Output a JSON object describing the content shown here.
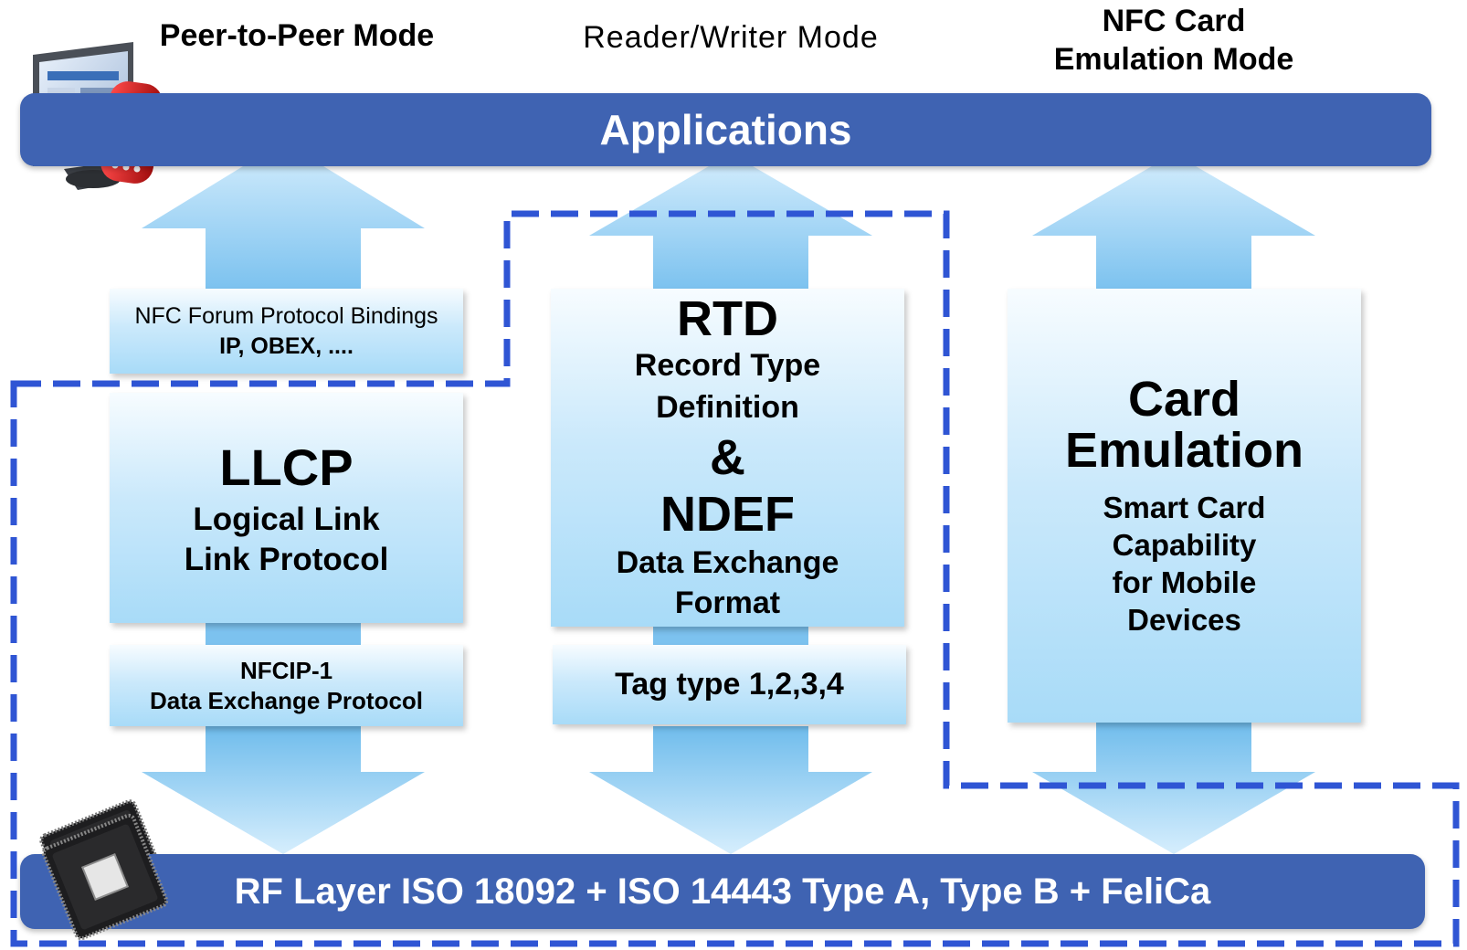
{
  "modes": {
    "peer_to_peer": "Peer-to-Peer Mode",
    "reader_writer": "Reader/Writer Mode",
    "card_emulation_line1": "NFC Card",
    "card_emulation_line2": "Emulation Mode"
  },
  "applications_label": "Applications",
  "rf_layer_label": "RF Layer ISO 18092 + ISO 14443 Type A, Type B + FeliCa",
  "p2p": {
    "bindings_line1": "NFC Forum Protocol Bindings",
    "bindings_line2": "IP, OBEX, ....",
    "llcp_title": "LLCP",
    "llcp_line1": "Logical Link",
    "llcp_line2": "Link Protocol",
    "nfcip_line1": "NFCIP-1",
    "nfcip_line2": "Data Exchange Protocol"
  },
  "rw": {
    "rtd_title": "RTD",
    "rtd_line1": "Record Type",
    "rtd_line2": "Definition",
    "ampersand": "&",
    "ndef_title": "NDEF",
    "ndef_line1": "Data Exchange",
    "ndef_line2": "Format",
    "tag_types": "Tag type 1,2,3,4"
  },
  "ce": {
    "title_line1": "Card",
    "title_line2": "Emulation",
    "desc_line1": "Smart Card",
    "desc_line2": "Capability",
    "desc_line3": "for Mobile",
    "desc_line4": "Devices"
  },
  "colors": {
    "bar_blue": "#3f63b2",
    "arrow_light": "#d6eefd",
    "arrow_dark": "#7cc2ef",
    "dashed_border": "#2f55d4"
  },
  "icons": [
    "computer-phone-icon",
    "chip-icon"
  ]
}
